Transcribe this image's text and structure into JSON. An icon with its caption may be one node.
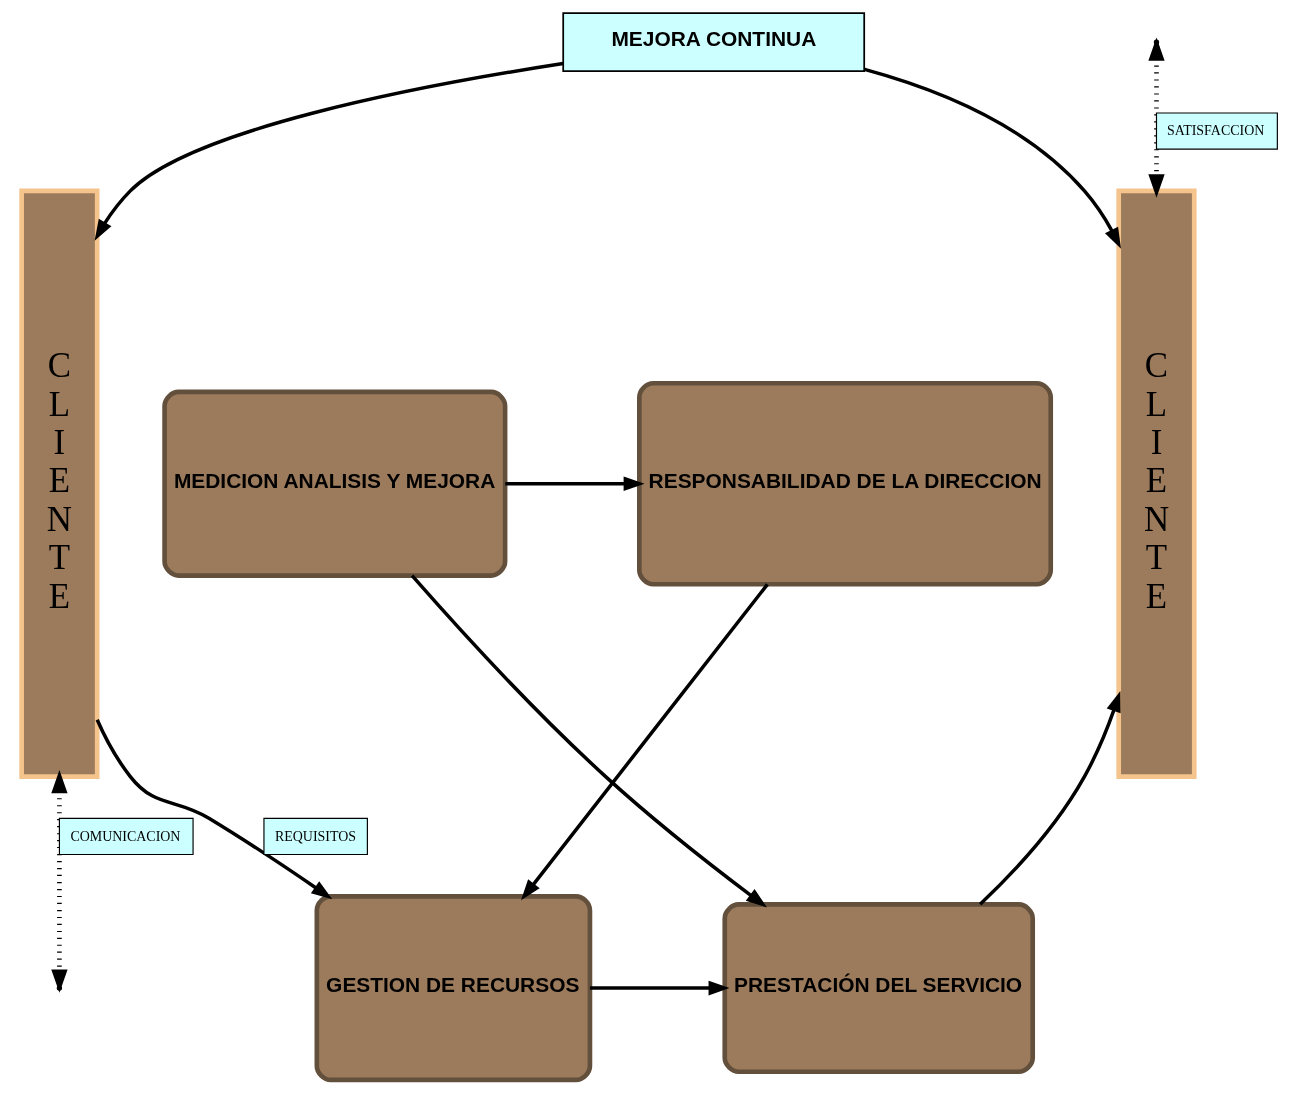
{
  "diagram": {
    "nodes": [
      {
        "text": [
          "C L I E N T E"
        ]
      },
      {
        "text": [
          "RESPONSABILIDAD DE LA DIRECCION"
        ]
      },
      {
        "text": [
          "MEDICION ANALISIS Y MEJORA"
        ]
      },
      {
        "text": [
          "C L I E N T E"
        ]
      },
      {
        "text": [
          "GESTION DE RECURSOS"
        ]
      },
      {
        "text": [
          "PRESTACIÓN DEL SERVICIO"
        ]
      },
      {
        "text": [
          "MEJORA CONTINUA"
        ]
      }
    ],
    "edges": [
      {
        "from": 2,
        "to": 1,
        "arrow": "to"
      },
      {
        "from": 1,
        "to": 4,
        "arrow": "to"
      },
      {
        "from": 2,
        "to": 5,
        "arrow": "to"
      },
      {
        "from": 0,
        "to": null,
        "arrow": "both",
        "style": "dashed",
        "label": "COMUNICACION"
      },
      {
        "from": null,
        "to": 3,
        "arrow": "both",
        "style": "dashed",
        "label": "SATISFACCION"
      },
      {
        "from": 0,
        "to": 4,
        "arrow": "to",
        "label": "REQUISITOS"
      },
      {
        "from": 4,
        "to": 5,
        "arrow": "to"
      },
      {
        "from": 5,
        "to": 3,
        "arrow": "to"
      },
      {
        "from": 6,
        "to": 0,
        "arrow": "to"
      },
      {
        "from": 6,
        "to": 3,
        "arrow": "to"
      }
    ]
  }
}
